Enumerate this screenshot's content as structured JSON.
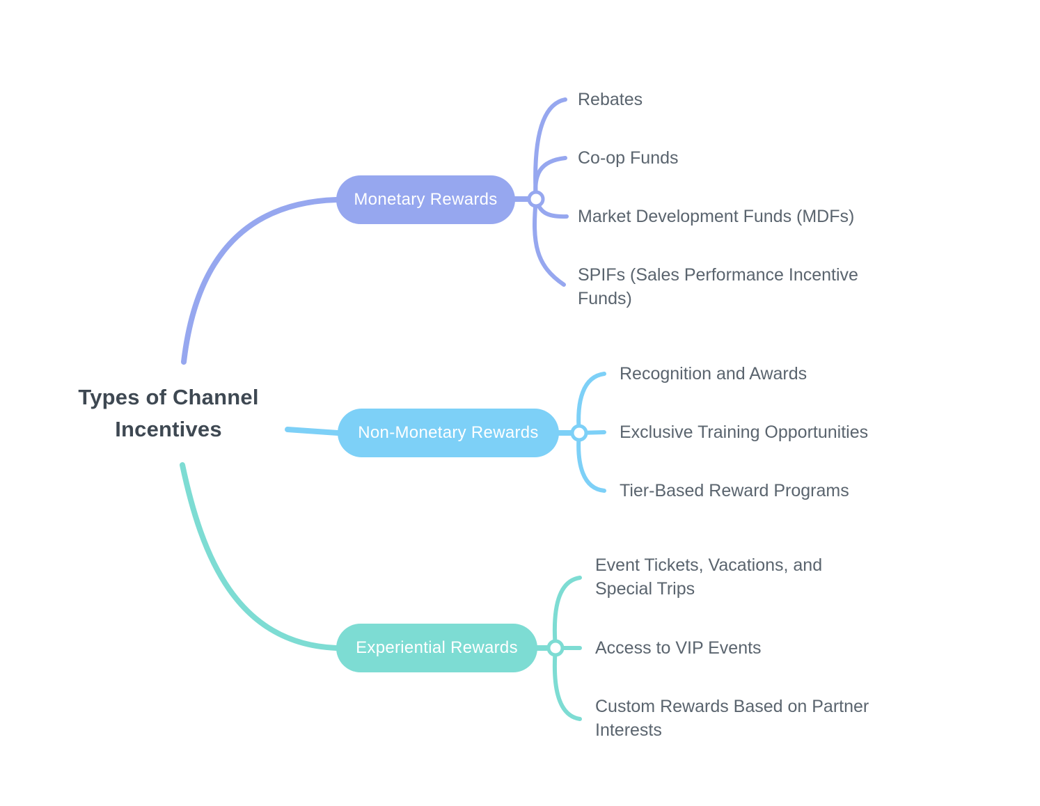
{
  "root": {
    "label": "Types of Channel Incentives"
  },
  "colors": {
    "monetary": "#96a7ef",
    "non_monetary": "#7dd0f7",
    "experiential": "#7ddcd3",
    "node_text": "#ffffff",
    "leaf_text": "#5a646e",
    "title_text": "#3e4852",
    "background": "#ffffff"
  },
  "branches": [
    {
      "label": "Monetary Rewards",
      "children": [
        "Rebates",
        "Co-op Funds",
        "Market Development Funds (MDFs)",
        "SPIFs (Sales Performance Incentive Funds)"
      ]
    },
    {
      "label": "Non-Monetary Rewards",
      "children": [
        "Recognition and Awards",
        "Exclusive Training Opportunities",
        "Tier-Based Reward Programs"
      ]
    },
    {
      "label": "Experiential Rewards",
      "children": [
        "Event Tickets, Vacations, and Special Trips",
        "Access to VIP Events",
        "Custom Rewards Based on Partner Interests"
      ]
    }
  ]
}
